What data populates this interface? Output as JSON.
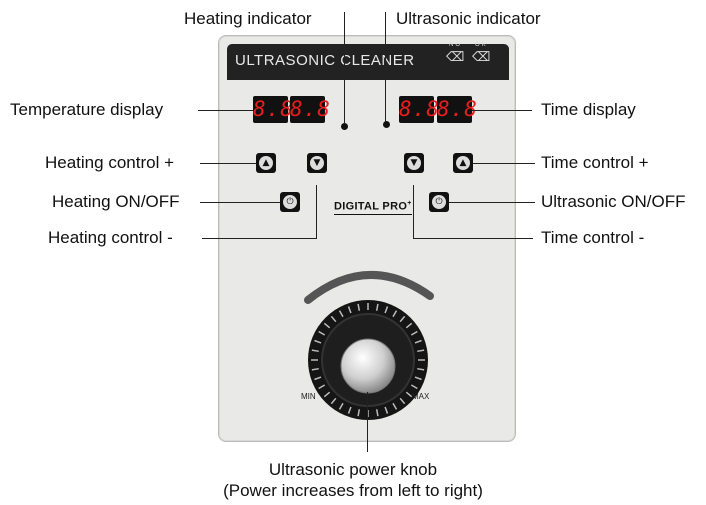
{
  "labels": {
    "heating_indicator": "Heating indicator",
    "ultrasonic_indicator": "Ultrasonic indicator",
    "temperature_display": "Temperature display",
    "time_display": "Time display",
    "heating_control_plus": "Heating control +",
    "time_control_plus": "Time control +",
    "heating_onoff": "Heating ON/OFF",
    "ultrasonic_onoff": "Ultrasonic ON/OFF",
    "heating_control_minus": "Heating control -",
    "time_control_minus": "Time control -",
    "knob_line1": "Ultrasonic power knob",
    "knob_line2": "(Power increases from left to right)"
  },
  "panel": {
    "title": "ULTRASONIC CLEANER",
    "brand": "DIGITAL PRO",
    "brand_mark": "+",
    "icon_no": "NO",
    "icon_ok": "OK",
    "min": "MIN",
    "max": "MAX"
  },
  "displays": {
    "temp_left": "8.8",
    "temp_right": "8.8",
    "time_left": "8.8",
    "time_right": "8.8"
  },
  "icons": {
    "up": "up-arrow-icon",
    "down": "down-arrow-icon",
    "power": "power-icon",
    "washing": "washing-symbol-icon"
  }
}
